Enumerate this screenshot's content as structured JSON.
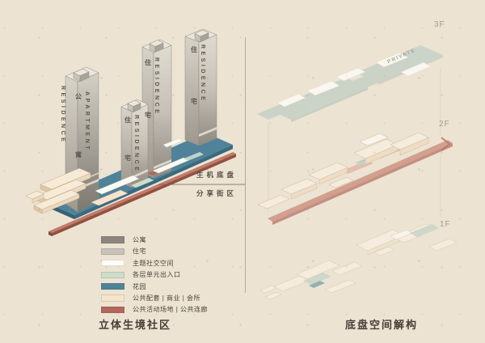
{
  "palette": {
    "background": "#ece3d2",
    "garden_teal": "#4e8399",
    "garden_teal_dark": "#3a6a7e",
    "walkway_red": "#b2675c",
    "walkway_red_dark": "#92513f",
    "public_cream": "#f6e3cc",
    "entry_green": "#cfdccb",
    "apartment_gray": "#8b8680",
    "residence_gray": "#c8c3b9",
    "social_white": "#fdfcf7"
  },
  "left_panel": {
    "caption": "立体生境社区",
    "annotation": {
      "top": "生机底盘",
      "bottom": "分享街区"
    },
    "towers": [
      {
        "side": "RESIDENCE",
        "cn_top": "公",
        "cn_bottom": "寓",
        "en": "APARTMENT"
      },
      {
        "cn_top": "住",
        "cn_bottom": "宅",
        "en": "RESIDENCE"
      },
      {
        "cn_top": "住",
        "cn_bottom": "宅",
        "en": "RESIDENCE"
      },
      {
        "cn_top": "住",
        "cn_bottom": "宅",
        "en": "RESIDENCE"
      }
    ],
    "legend": [
      {
        "label": "公寓",
        "color": "#8b8680"
      },
      {
        "label": "住宅",
        "color": "#c8c3b9"
      },
      {
        "label": "主题社交空间",
        "color": "#fdfcf7"
      },
      {
        "label": "各层单元出入口",
        "color": "#cfdccb"
      },
      {
        "label": "花园",
        "color": "#4e8399"
      },
      {
        "label": "公共配套 | 商业 | 会所",
        "color": "#f6e3cc"
      },
      {
        "label": "公共活动场地 | 公共连廊",
        "color": "#b2675c"
      }
    ]
  },
  "right_panel": {
    "caption": "底盘空间解构",
    "floors": [
      {
        "label": "3F",
        "tag": "PRIVATE"
      },
      {
        "label": "2F",
        "tag": ""
      },
      {
        "label": "1F",
        "tag": ""
      }
    ]
  }
}
